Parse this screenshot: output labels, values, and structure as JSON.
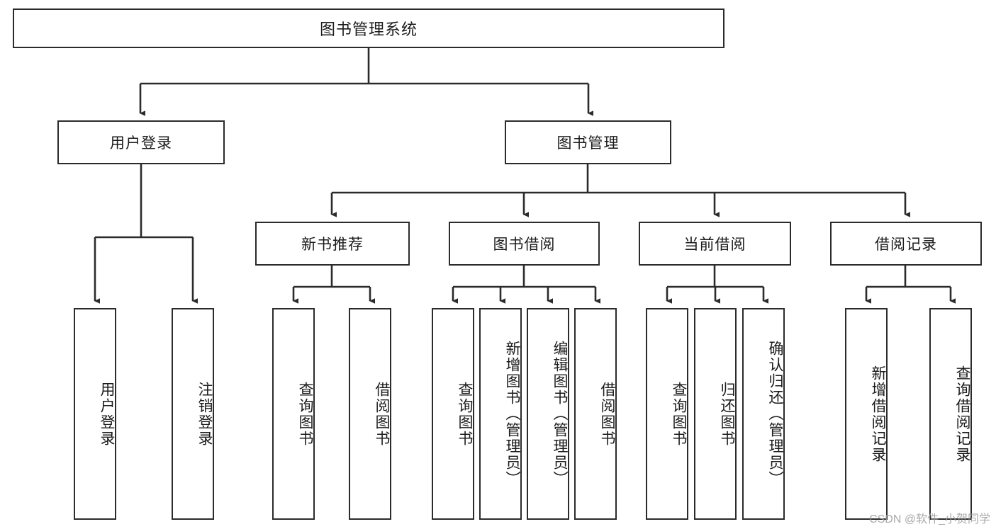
{
  "diagram": {
    "title": "图书管理系统",
    "type": "tree-hierarchy-diagram",
    "stroke_color": "#2b2b2b",
    "background_color": "#ffffff",
    "watermark": "CSDN @软件_小贺同学",
    "nodes": {
      "root": {
        "label": "图书管理系统"
      },
      "level2": [
        {
          "label": "用户登录"
        },
        {
          "label": "图书管理"
        }
      ],
      "level3": [
        {
          "label": "新书推荐"
        },
        {
          "label": "图书借阅"
        },
        {
          "label": "当前借阅"
        },
        {
          "label": "借阅记录"
        }
      ],
      "leaves": {
        "user_login": [
          {
            "label": "用户登录"
          },
          {
            "label": "注销登录"
          }
        ],
        "new_book_recommend": [
          {
            "label": "查询图书"
          },
          {
            "label": "借阅图书"
          }
        ],
        "book_borrow": [
          {
            "label": "查询图书"
          },
          {
            "label": "新增图书（管理员）"
          },
          {
            "label": "编辑图书（管理员）"
          },
          {
            "label": "借阅图书"
          }
        ],
        "current_borrow": [
          {
            "label": "查询图书"
          },
          {
            "label": "归还图书"
          },
          {
            "label": "确认归还（管理员）"
          }
        ],
        "borrow_record": [
          {
            "label": "新增借阅记录"
          },
          {
            "label": "查询借阅记录"
          }
        ]
      }
    }
  }
}
